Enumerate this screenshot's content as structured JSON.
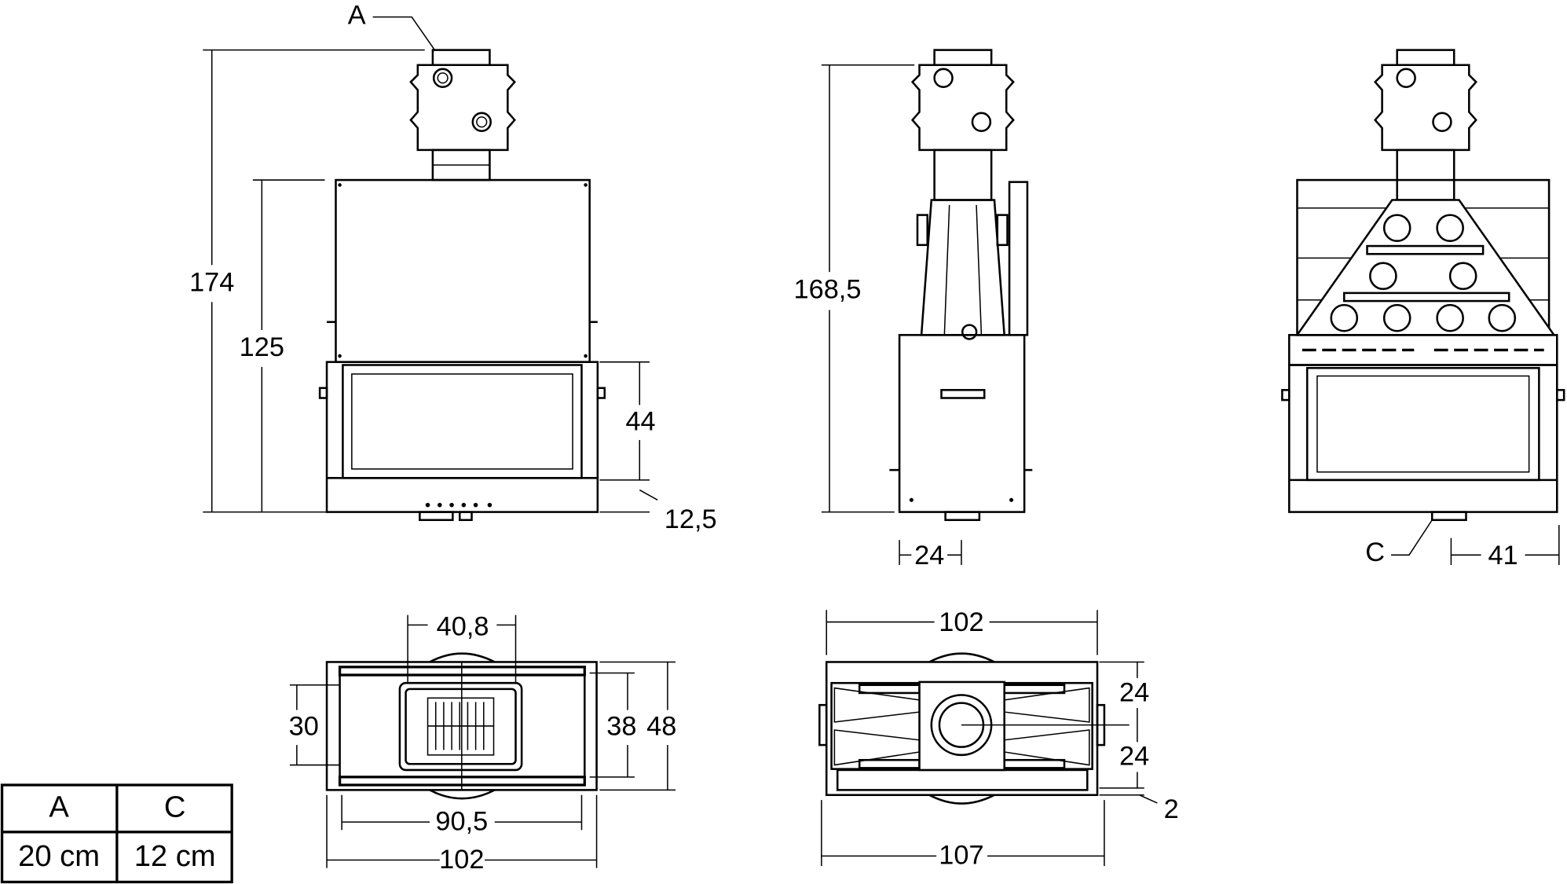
{
  "callouts": {
    "a": "A",
    "c": "C"
  },
  "front_view": {
    "height_total": "174",
    "height_body": "125",
    "glass_height": "44",
    "base_height": "12,5"
  },
  "side_view": {
    "height_total": "168,5",
    "flue_offset": "24"
  },
  "rear_view": {
    "flue_offset": "41"
  },
  "top_view_left": {
    "flue_width": "40,8",
    "inner_depth": "30",
    "depth_38": "38",
    "depth_48": "48",
    "inner_width": "90,5",
    "width": "102"
  },
  "top_view_right": {
    "width_top": "102",
    "half_depth_top": "24",
    "half_depth_bottom": "24",
    "offset": "2",
    "width_bottom": "107"
  },
  "table": {
    "headers": [
      "A",
      "C"
    ],
    "values": [
      "20 cm",
      "12 cm"
    ]
  }
}
